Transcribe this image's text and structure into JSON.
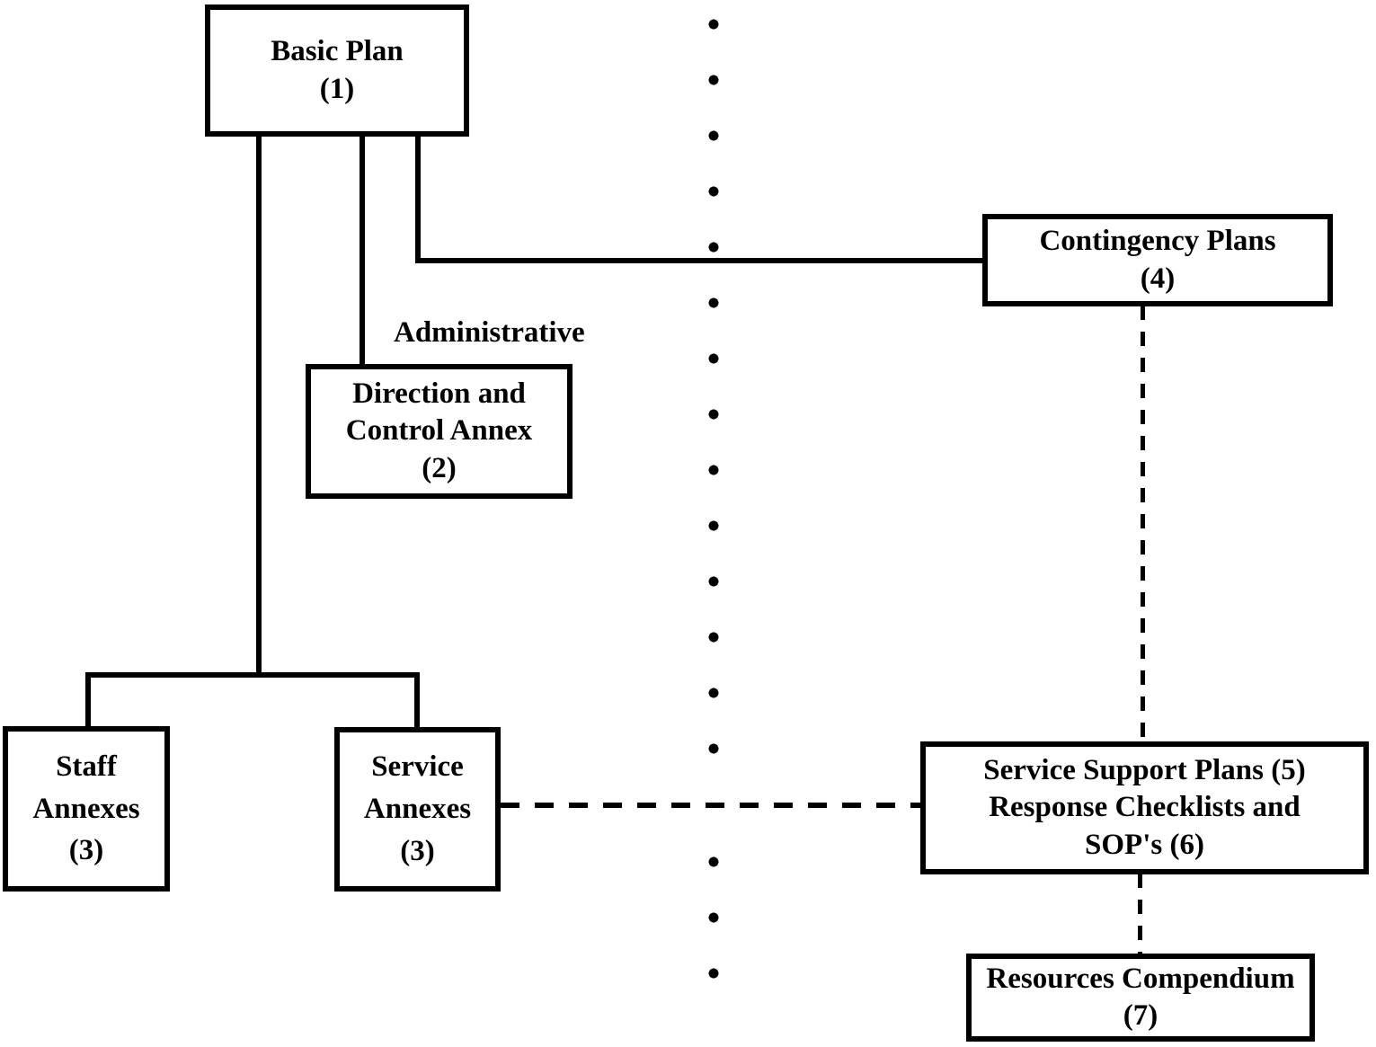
{
  "colors": {
    "ink": "#000000",
    "background": "#ffffff"
  },
  "nodes": {
    "basic_plan": {
      "line1": "Basic Plan",
      "line2": "(1)"
    },
    "administrative_label": "Administrative",
    "direction_control_annex": {
      "line1": "Direction and",
      "line2": "Control Annex",
      "line3": "(2)"
    },
    "staff_annexes": {
      "line1": "Staff",
      "line2": "Annexes",
      "line3": "(3)"
    },
    "service_annexes": {
      "line1": "Service",
      "line2": "Annexes",
      "line3": "(3)"
    },
    "contingency_plans": {
      "line1": "Contingency Plans",
      "line2": "(4)"
    },
    "service_support_plans": {
      "line1": "Service Support Plans (5)",
      "line2": "Response Checklists and",
      "line3": "SOP's (6)"
    },
    "resources_compendium": {
      "line1": "Resources Compendium",
      "line2": "(7)"
    }
  },
  "edges": [
    {
      "from": "basic_plan",
      "to": "staff_annexes",
      "style": "solid"
    },
    {
      "from": "basic_plan",
      "to": "service_annexes",
      "style": "solid"
    },
    {
      "from": "basic_plan",
      "to": "direction_control_annex",
      "style": "solid"
    },
    {
      "from": "basic_plan",
      "to": "contingency_plans",
      "style": "solid"
    },
    {
      "from": "service_annexes",
      "to": "service_support_plans",
      "style": "dashed"
    },
    {
      "from": "contingency_plans",
      "to": "service_support_plans",
      "style": "dashed"
    },
    {
      "from": "service_support_plans",
      "to": "resources_compendium",
      "style": "dashed"
    },
    {
      "divider": "vertical-dotted-line"
    }
  ]
}
